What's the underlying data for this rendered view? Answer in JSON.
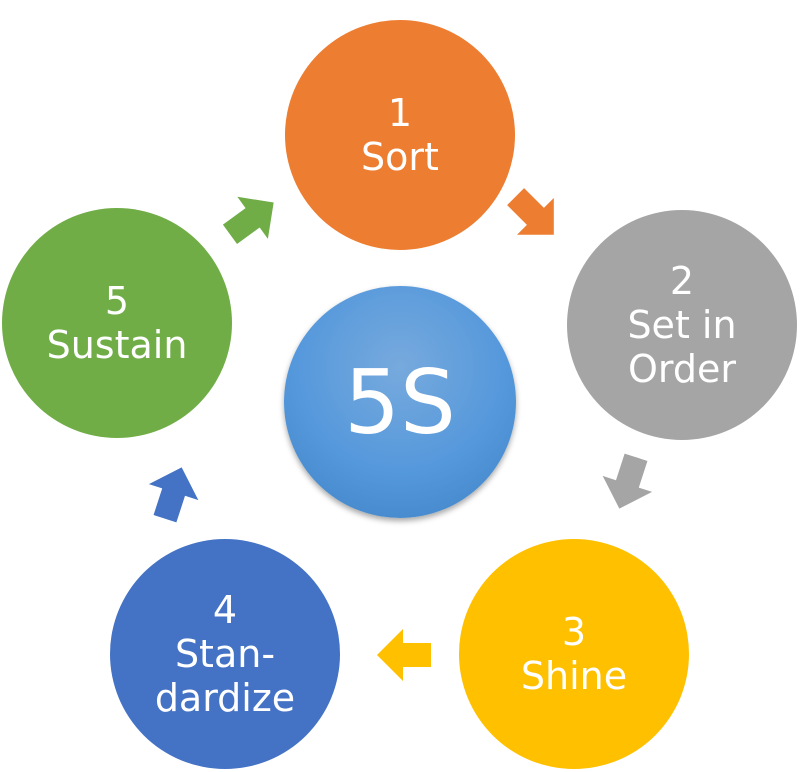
{
  "center": {
    "label": "5S",
    "color_top": "#77aadd",
    "color_mid": "#5598dc",
    "color_bottom": "#3d82c4"
  },
  "steps": [
    {
      "number": "1",
      "label": "Sort",
      "color": "#ed7d31"
    },
    {
      "number": "2",
      "label": "Set in\nOrder",
      "color": "#a5a5a5"
    },
    {
      "number": "3",
      "label": "Shine",
      "color": "#ffc000"
    },
    {
      "number": "4",
      "label": "Stan-\ndardize",
      "color": "#4472c4"
    },
    {
      "number": "5",
      "label": "Sustain",
      "color": "#70ad47"
    }
  ]
}
